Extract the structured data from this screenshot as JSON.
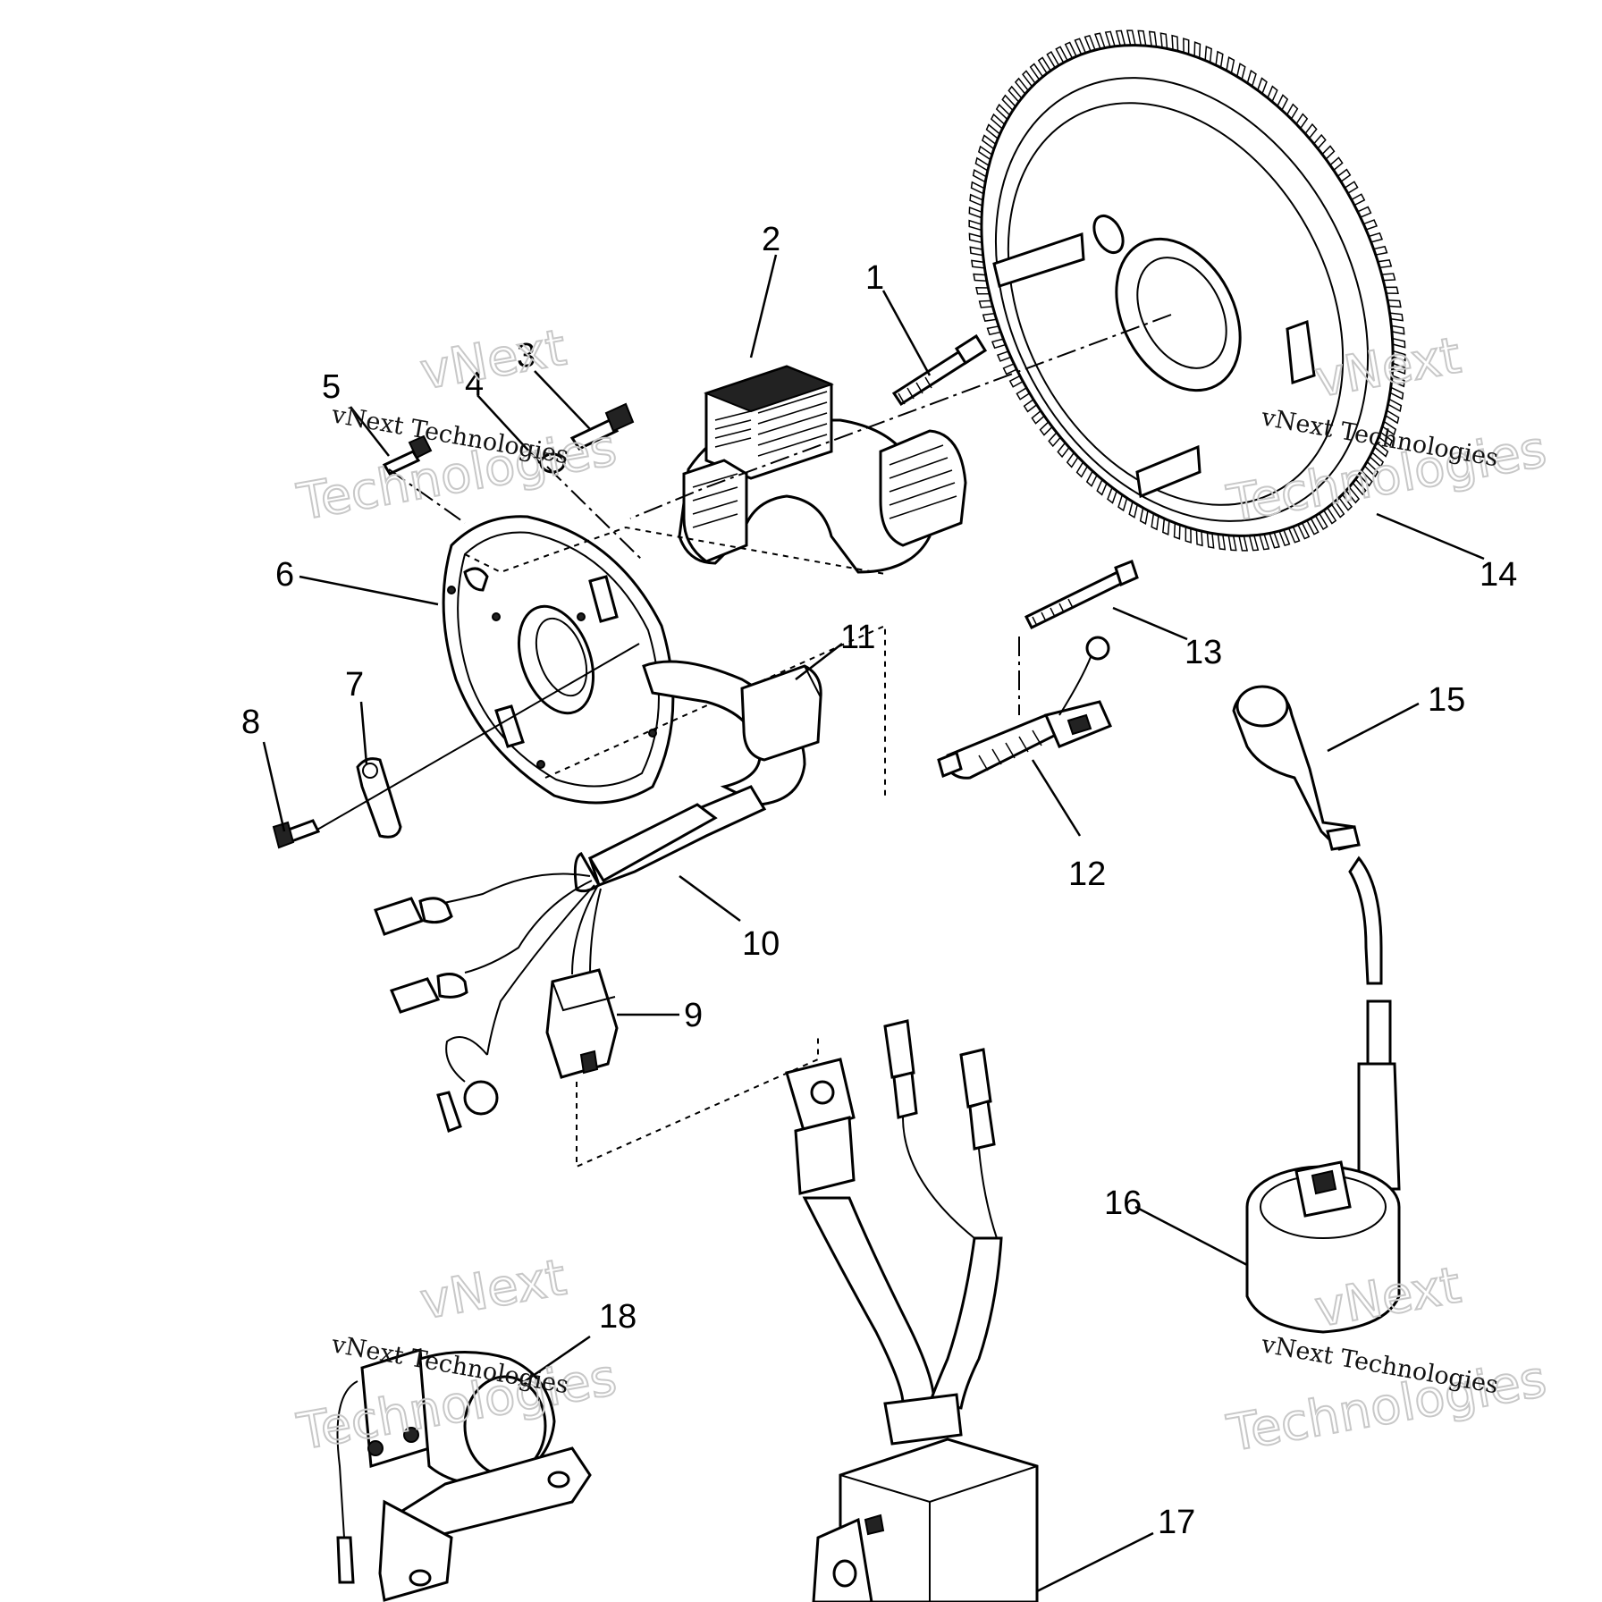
{
  "callouts": [
    {
      "id": "1",
      "label": "1"
    },
    {
      "id": "2",
      "label": "2"
    },
    {
      "id": "3",
      "label": "3"
    },
    {
      "id": "4",
      "label": "4"
    },
    {
      "id": "5",
      "label": "5"
    },
    {
      "id": "6",
      "label": "6"
    },
    {
      "id": "7",
      "label": "7"
    },
    {
      "id": "8",
      "label": "8"
    },
    {
      "id": "9",
      "label": "9"
    },
    {
      "id": "10",
      "label": "10"
    },
    {
      "id": "11",
      "label": "11"
    },
    {
      "id": "12",
      "label": "12"
    },
    {
      "id": "13",
      "label": "13"
    },
    {
      "id": "14",
      "label": "14"
    },
    {
      "id": "15",
      "label": "15"
    },
    {
      "id": "16",
      "label": "16"
    },
    {
      "id": "17",
      "label": "17"
    },
    {
      "id": "18",
      "label": "18"
    }
  ],
  "watermark": {
    "company_line": "vNext Technologies",
    "word_vnext": "vNext",
    "word_technologies": "Technologies"
  }
}
